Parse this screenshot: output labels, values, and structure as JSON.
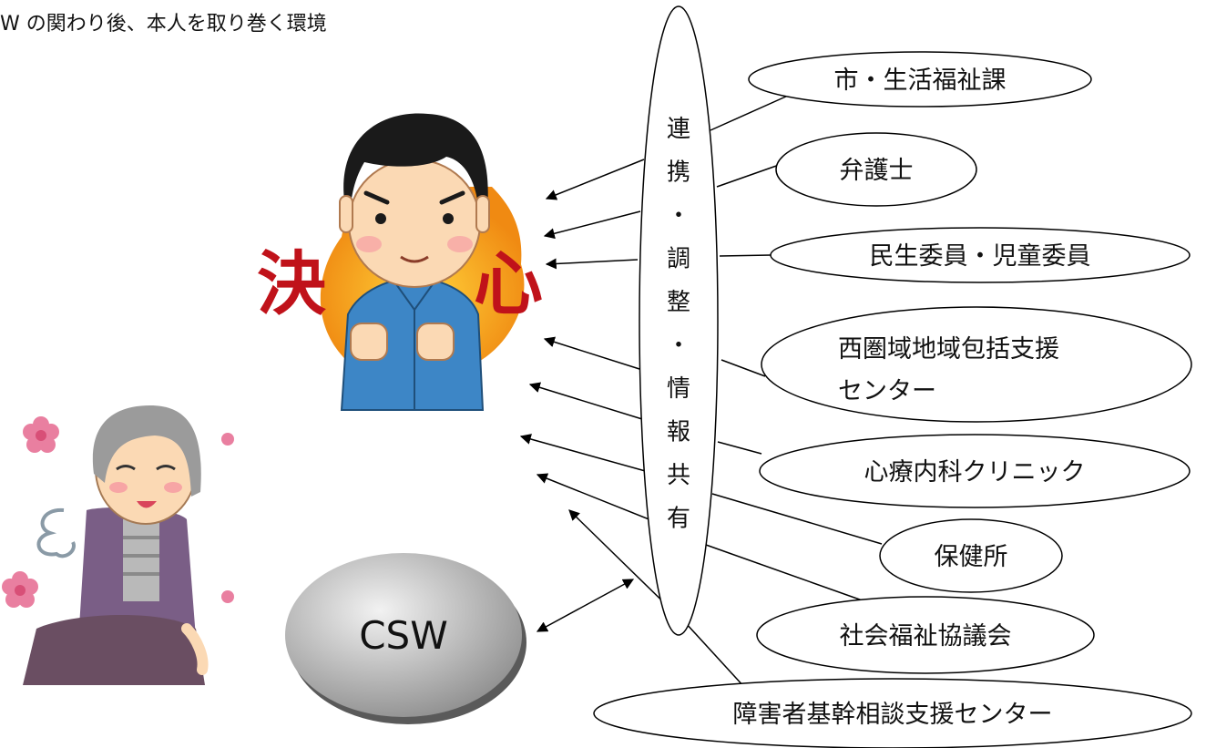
{
  "heading": "W の関わり後、本人を取り巻く環境",
  "person": {
    "kanji_left": "決",
    "kanji_right": "心"
  },
  "csw": {
    "label": "CSW"
  },
  "hub": {
    "chars": [
      "連",
      "携",
      "・",
      "調",
      "整",
      "・",
      "情",
      "報",
      "共",
      "有"
    ]
  },
  "organizations": [
    {
      "id": "city-welfare",
      "label": "市・生活福祉課"
    },
    {
      "id": "lawyer",
      "label": "弁護士"
    },
    {
      "id": "minsei",
      "label": "民生委員・児童委員"
    },
    {
      "id": "chiiki-houkatsu",
      "lines": [
        "西圏域地域包括支援",
        "センター"
      ]
    },
    {
      "id": "clinic",
      "label": "心療内科クリニック"
    },
    {
      "id": "hokenjo",
      "label": "保健所"
    },
    {
      "id": "shakyo",
      "label": "社会福祉協議会"
    },
    {
      "id": "shougaisha",
      "label": "障害者基幹相談支援センター"
    }
  ],
  "colors": {
    "stroke": "#000000",
    "csw_fill_light": "#ececec",
    "csw_fill_dark": "#9a9a9a",
    "kanji_red": "#c0121a",
    "flame_orange": "#f5a21b",
    "shirt_blue": "#3d86c6",
    "hair_black": "#1a1a1a",
    "skin": "#fbd9b4",
    "cardigan_purple": "#7a5e86",
    "flower_pink": "#e97fa0"
  }
}
